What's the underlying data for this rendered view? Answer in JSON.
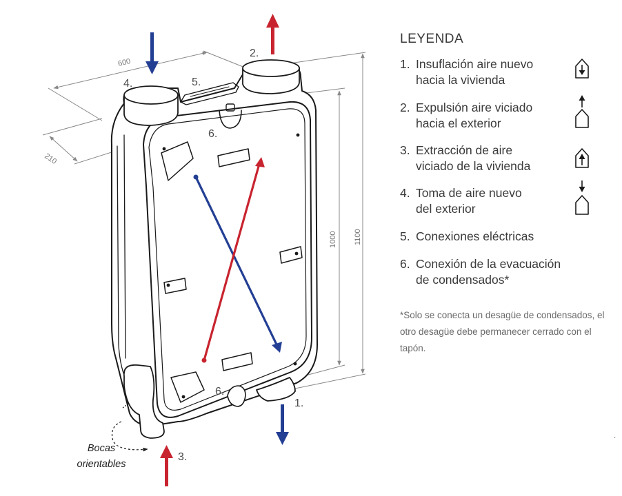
{
  "legend": {
    "title": "LEYENDA",
    "items": [
      {
        "num": "1.",
        "lines": [
          "Insuflación aire nuevo",
          "hacia la vivienda"
        ],
        "icon": "house-arrow-down-inside-icon"
      },
      {
        "num": "2.",
        "lines": [
          "Expulsión aire viciado",
          "hacia el exterior"
        ],
        "icon": "house-arrow-up-outside-icon"
      },
      {
        "num": "3.",
        "lines": [
          "Extracción de aire",
          "viciado de la vivienda"
        ],
        "icon": "house-arrow-up-inside-icon"
      },
      {
        "num": "4.",
        "lines": [
          "Toma de aire nuevo",
          "del exterior"
        ],
        "icon": "house-arrow-down-outside-icon"
      },
      {
        "num": "5.",
        "lines": [
          "Conexiones eléctricas"
        ]
      },
      {
        "num": "6.",
        "lines": [
          "Conexión de la evacuación",
          "de condensados*"
        ]
      }
    ],
    "note": "*Solo se conecta un desagüe de condensados, el otro desagüe debe permanecer cerrado con el tapón."
  },
  "diagram": {
    "labels": {
      "port_1": "1.",
      "port_2": "2.",
      "port_3": "3.",
      "port_4": "4.",
      "electrical_5": "5.",
      "drain_6_top": "6.",
      "drain_6_bottom": "6."
    },
    "dimensions": {
      "width": "600",
      "depth": "210",
      "height_body": "1000",
      "height_total": "1100"
    },
    "callout": {
      "line1": "Bocas",
      "line2": "orientables"
    }
  },
  "colors": {
    "red": "#c8242f",
    "blue": "#233f94",
    "line": "#1a1a1a",
    "dimension": "#888888",
    "text": "#3a3a3a"
  }
}
